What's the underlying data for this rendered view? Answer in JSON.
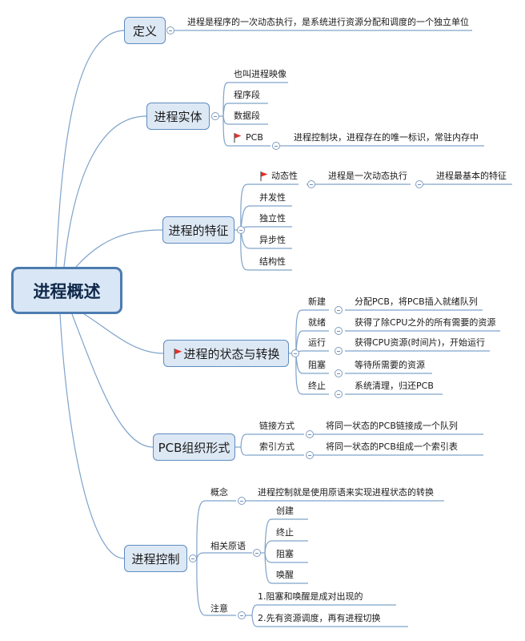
{
  "root": "进程概述",
  "definition": {
    "label": "定义",
    "text": "进程是程序的一次动态执行，是系统进行资源分配和调度的一个独立单位"
  },
  "entity": {
    "label": "进程实体",
    "items": [
      "也叫进程映像",
      "程序段",
      "数据段",
      "PCB"
    ],
    "pcb_desc": "进程控制块，进程存在的唯一标识，常驻内存中"
  },
  "features": {
    "label": "进程的特征",
    "items": [
      "动态性",
      "并发性",
      "独立性",
      "异步性",
      "结构性"
    ],
    "dynamic_desc": "进程是一次动态执行",
    "dynamic_note": "进程最基本的特征"
  },
  "states": {
    "label": "进程的状态与转换",
    "items": [
      {
        "name": "新建",
        "desc": "分配PCB，将PCB插入就绪队列"
      },
      {
        "name": "就绪",
        "desc": "获得了除CPU之外的所有需要的资源"
      },
      {
        "name": "运行",
        "desc": "获得CPU资源(时间片)，开始运行"
      },
      {
        "name": "阻塞",
        "desc": "等待所需要的资源"
      },
      {
        "name": "终止",
        "desc": "系统清理，归还PCB"
      }
    ]
  },
  "pcb_org": {
    "label": "PCB组织形式",
    "items": [
      {
        "name": "链接方式",
        "desc": "将同一状态的PCB链接成一个队列"
      },
      {
        "name": "索引方式",
        "desc": "将同一状态的PCB组成一个索引表"
      }
    ]
  },
  "control": {
    "label": "进程控制",
    "concept": {
      "name": "概念",
      "desc": "进程控制就是使用原语来实现进程状态的转换"
    },
    "primitives": {
      "name": "相关原语",
      "items": [
        "创建",
        "终止",
        "阻塞",
        "唤醒"
      ]
    },
    "notes": {
      "name": "注意",
      "items": [
        "1.阻塞和唤醒是成对出现的",
        "2.先有资源调度，再有进程切换"
      ]
    }
  },
  "colors": {
    "line": "#7fa3c9",
    "node_fill": "#dde8f5",
    "node_border": "#5e8cc1",
    "flag": "#e0302a"
  }
}
